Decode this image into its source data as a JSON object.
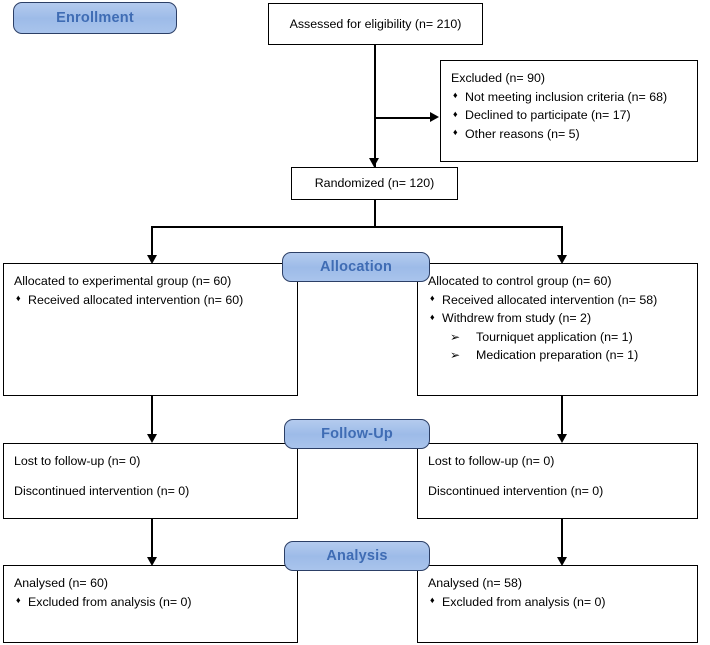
{
  "diagram": {
    "type": "CONSORT participant flow diagram",
    "stages": [
      {
        "id": "enrollment",
        "label": "Enrollment"
      },
      {
        "id": "allocation",
        "label": "Allocation"
      },
      {
        "id": "followup",
        "label": "Follow-Up"
      },
      {
        "id": "analysis",
        "label": "Analysis"
      }
    ],
    "nodes": {
      "assessed": {
        "title": "Assessed for eligibility (n= 210)"
      },
      "excluded": {
        "title": "Excluded (n= 90)",
        "bullets": [
          "Not meeting inclusion criteria (n= 68)",
          "Declined to participate (n= 17)",
          "Other reasons (n= 5)"
        ]
      },
      "randomized": {
        "title": "Randomized (n= 120)"
      },
      "alloc_experimental": {
        "title": "Allocated to experimental group (n= 60)",
        "bullets": [
          "Received allocated intervention (n= 60)"
        ],
        "subbullets": []
      },
      "alloc_control": {
        "title": "Allocated to control group (n= 60)",
        "bullets": [
          "Received allocated intervention (n= 58)",
          "Withdrew from study (n= 2)"
        ],
        "subbullets": [
          "Tourniquet application (n= 1)",
          "Medication preparation (n= 1)"
        ]
      },
      "followup_left": {
        "line1": "Lost to follow-up (n= 0)",
        "line2": "Discontinued intervention (n= 0)"
      },
      "followup_right": {
        "line1": "Lost to follow-up (n= 0)",
        "line2": "Discontinued intervention (n= 0)"
      },
      "analysis_left": {
        "title": "Analysed (n= 60)",
        "bullets": [
          "Excluded from analysis (n= 0)"
        ]
      },
      "analysis_right": {
        "title": "Analysed (n= 58)",
        "bullets": [
          "Excluded from analysis (n= 0)"
        ]
      }
    },
    "colors": {
      "banner_fill": "#a9c4ec",
      "banner_border": "#2c3f66",
      "banner_text": "#3f6cb4",
      "box_border": "#000000",
      "box_fill": "#ffffff",
      "text": "#000000"
    },
    "glyphs": {
      "bullet": "♦",
      "subbullet": "➢"
    }
  }
}
